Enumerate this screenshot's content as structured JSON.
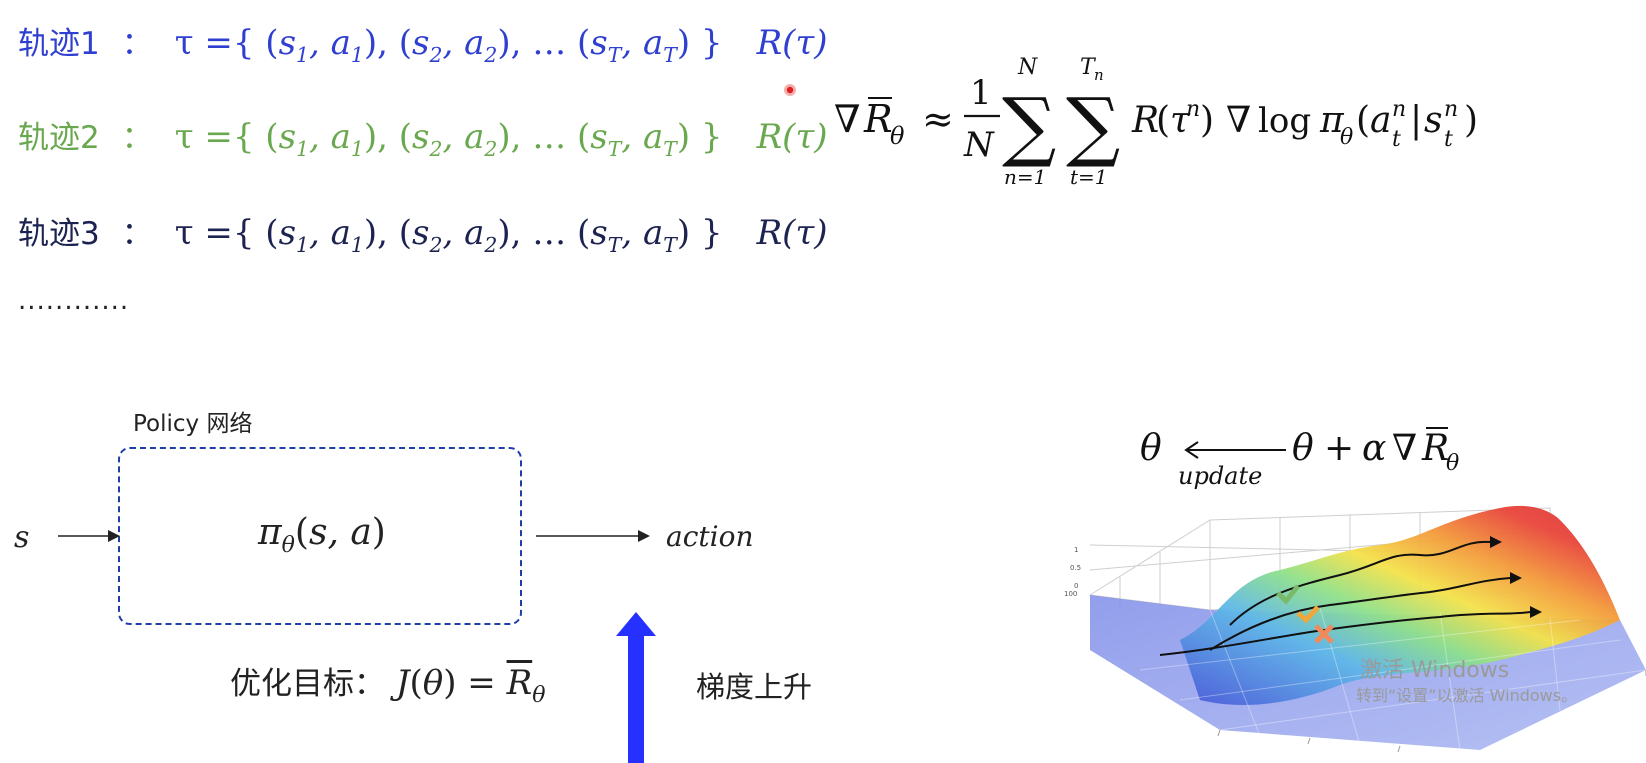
{
  "trajectories": [
    {
      "label": "轨迹1",
      "colon": "：",
      "tau_eq": "τ = ",
      "ret": "R(τ)",
      "color": "#2f3fd0"
    },
    {
      "label": "轨迹2",
      "colon": "：",
      "tau_eq": "τ = ",
      "ret": "R(τ)",
      "color": "#6aa84f"
    },
    {
      "label": "轨迹3",
      "colon": "：",
      "tau_eq": "τ = ",
      "ret": "R(τ)",
      "color": "#1d2350"
    }
  ],
  "ellipsis": "............",
  "gradient_formula": {
    "lhs": "∇R̄θ ≈",
    "fraction_num": "1",
    "fraction_den": "N",
    "sum1_top": "N",
    "sum1_bottom": "n=1",
    "sum2_top": "Tn",
    "sum2_bottom": "t=1",
    "body": "R(τⁿ) ∇log πθ(aₜⁿ|sₜⁿ)"
  },
  "policy": {
    "label": "Policy 网络",
    "function": "πθ(s, a)",
    "input": "s",
    "output": "action"
  },
  "objective": {
    "prefix": "优化目标：",
    "formula": "J(θ) = R̄θ"
  },
  "gradient_ascent": "梯度上升",
  "update_rule": {
    "lhs": "θ",
    "arrow_label": "update",
    "rhs": "θ + α ∇R̄θ"
  },
  "surface_plot": {
    "markers": [
      "check-green",
      "check-orange",
      "cross-orange"
    ]
  },
  "watermark": {
    "line1": "激活 Windows",
    "line2": "转到“设置”以激活 Windows。"
  },
  "colors": {
    "blue": "#2f3fd0",
    "green": "#6aa84f",
    "navy": "#1d2350",
    "box_border": "#1f3fa8",
    "ascent_arrow": "#2631ff",
    "pointer_dot": "#e02020"
  }
}
